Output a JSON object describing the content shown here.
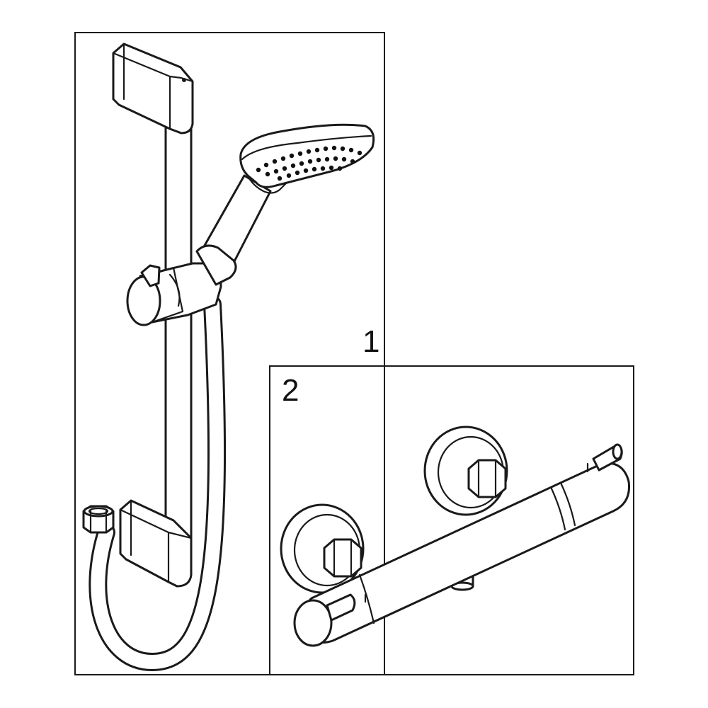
{
  "panels": [
    {
      "label": "1",
      "content": "shower-rail-set",
      "parts": [
        "wall-bracket-top",
        "slide-rail",
        "rail-slider-holder",
        "hand-shower",
        "wall-bracket-bottom",
        "shower-hose"
      ]
    },
    {
      "label": "2",
      "content": "thermostatic-mixer",
      "parts": [
        "wall-rosette-left",
        "wall-rosette-right",
        "mixer-body",
        "temperature-handle",
        "flow-handle",
        "outlet-connector"
      ]
    }
  ],
  "colors": {
    "line": "#1a1a1a",
    "background": "#ffffff"
  }
}
